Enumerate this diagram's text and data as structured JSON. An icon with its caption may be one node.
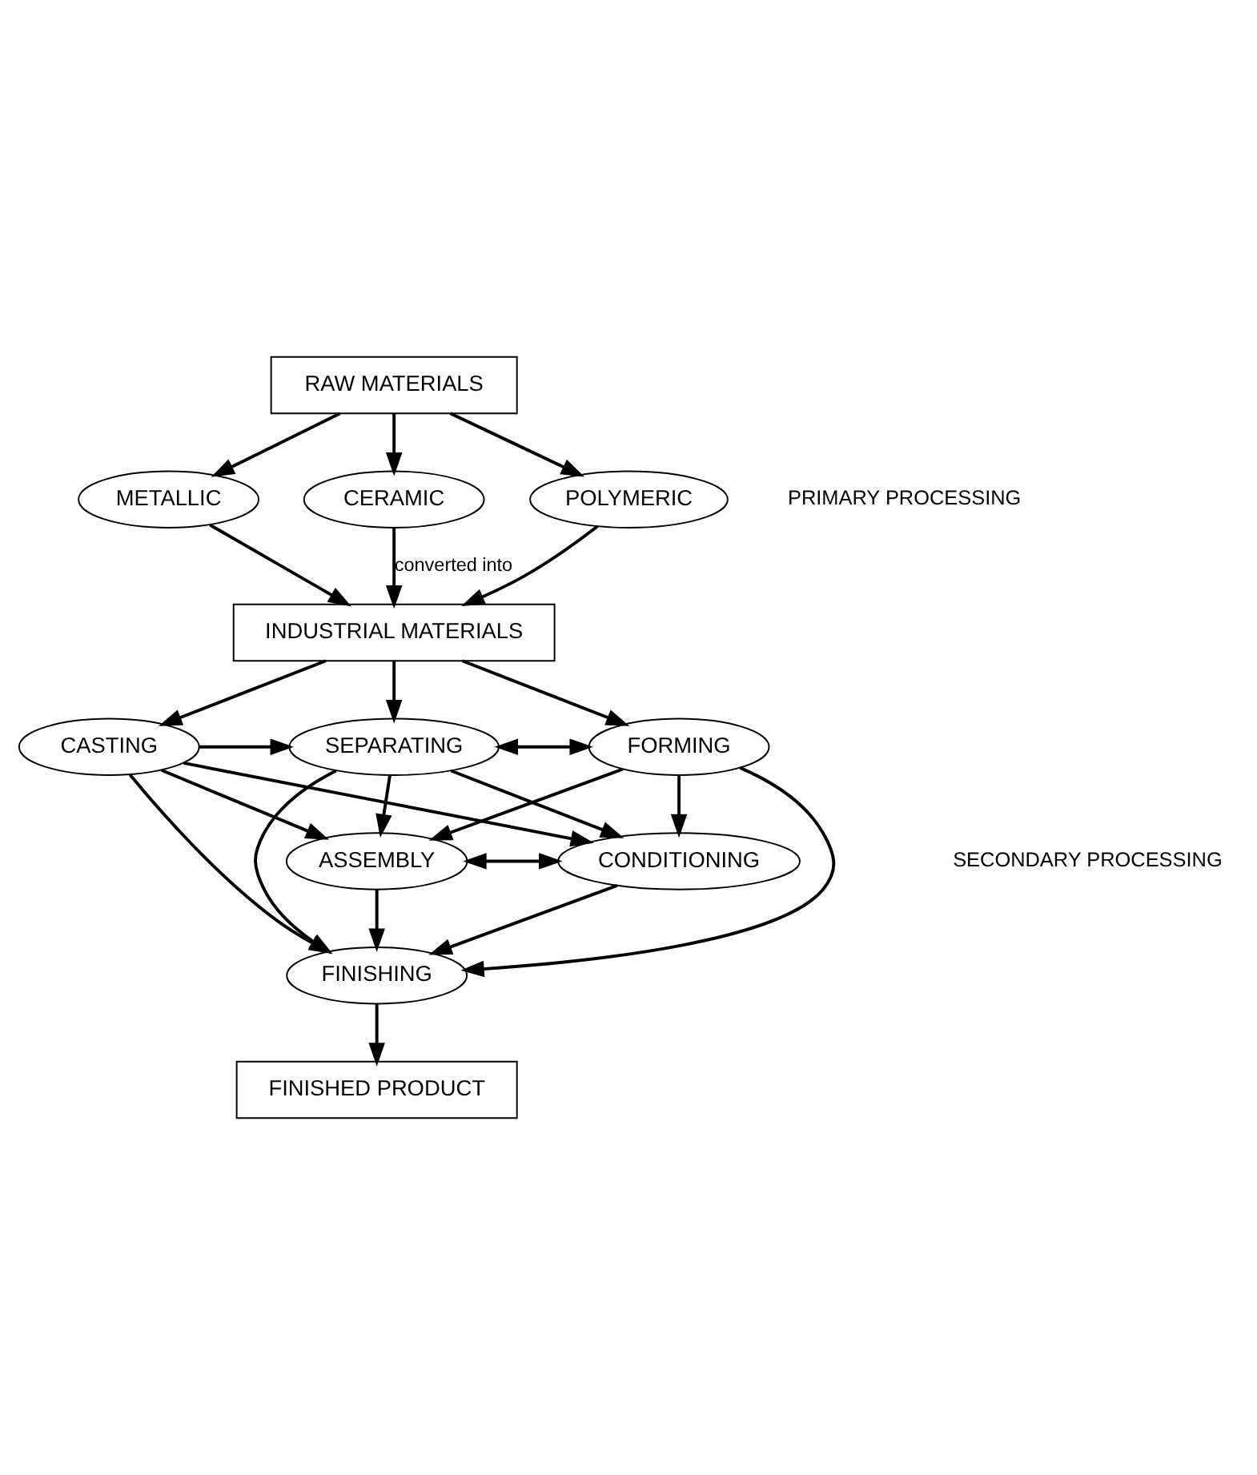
{
  "diagram": {
    "nodes": [
      {
        "text": [
          "RAW MATERIALS"
        ]
      },
      {
        "text": [
          "METALLIC"
        ]
      },
      {
        "text": [
          "CERAMIC"
        ]
      },
      {
        "text": [
          "POLYMERIC"
        ]
      },
      {
        "text": [
          "INDUSTRIAL MATERIALS"
        ]
      },
      {
        "text": [
          "CASTING"
        ]
      },
      {
        "text": [
          "SEPARATING"
        ]
      },
      {
        "text": [
          "FORMING"
        ]
      },
      {
        "text": [
          "CONDITIONING"
        ]
      },
      {
        "text": [
          "ASSEMBLY"
        ]
      },
      {
        "text": [
          "FINISHING"
        ]
      },
      {
        "text": [
          "FINISHED PRODUCT"
        ]
      }
    ],
    "edges": [
      {
        "from": 0,
        "to": 1,
        "arrow": "to"
      },
      {
        "from": 0,
        "to": 2,
        "arrow": "to"
      },
      {
        "from": 0,
        "to": 3,
        "arrow": "to"
      },
      {
        "from": 1,
        "to": 4,
        "arrow": "to"
      },
      {
        "from": 2,
        "to": 4,
        "arrow": "to",
        "label": "converted into"
      },
      {
        "from": 3,
        "to": 4,
        "arrow": "to"
      },
      {
        "from": 4,
        "to": 5,
        "arrow": "to"
      },
      {
        "from": 4,
        "to": 6,
        "arrow": "to"
      },
      {
        "from": 4,
        "to": 7,
        "arrow": "to"
      },
      {
        "from": 5,
        "to": 6,
        "arrow": "to"
      },
      {
        "from": 6,
        "to": 7,
        "arrow": "both"
      },
      {
        "from": 5,
        "to": 8,
        "arrow": "to"
      },
      {
        "from": 5,
        "to": 9,
        "arrow": "to"
      },
      {
        "from": 5,
        "to": 10,
        "arrow": "to"
      },
      {
        "from": 6,
        "to": 8,
        "arrow": "to"
      },
      {
        "from": 6,
        "to": 9,
        "arrow": "to"
      },
      {
        "from": 6,
        "to": 10,
        "arrow": "to"
      },
      {
        "from": 7,
        "to": 8,
        "arrow": "to"
      },
      {
        "from": 7,
        "to": 9,
        "arrow": "to"
      },
      {
        "from": 7,
        "to": 10,
        "arrow": "to"
      },
      {
        "from": 8,
        "to": 9,
        "arrow": "both"
      },
      {
        "from": 8,
        "to": 10,
        "arrow": "to"
      },
      {
        "from": 9,
        "to": 10,
        "arrow": "to"
      },
      {
        "from": 10,
        "to": 11,
        "arrow": "to"
      }
    ],
    "labels": [
      "PRIMARY PROCESSING",
      "SECONDARY PROCESSING"
    ]
  }
}
